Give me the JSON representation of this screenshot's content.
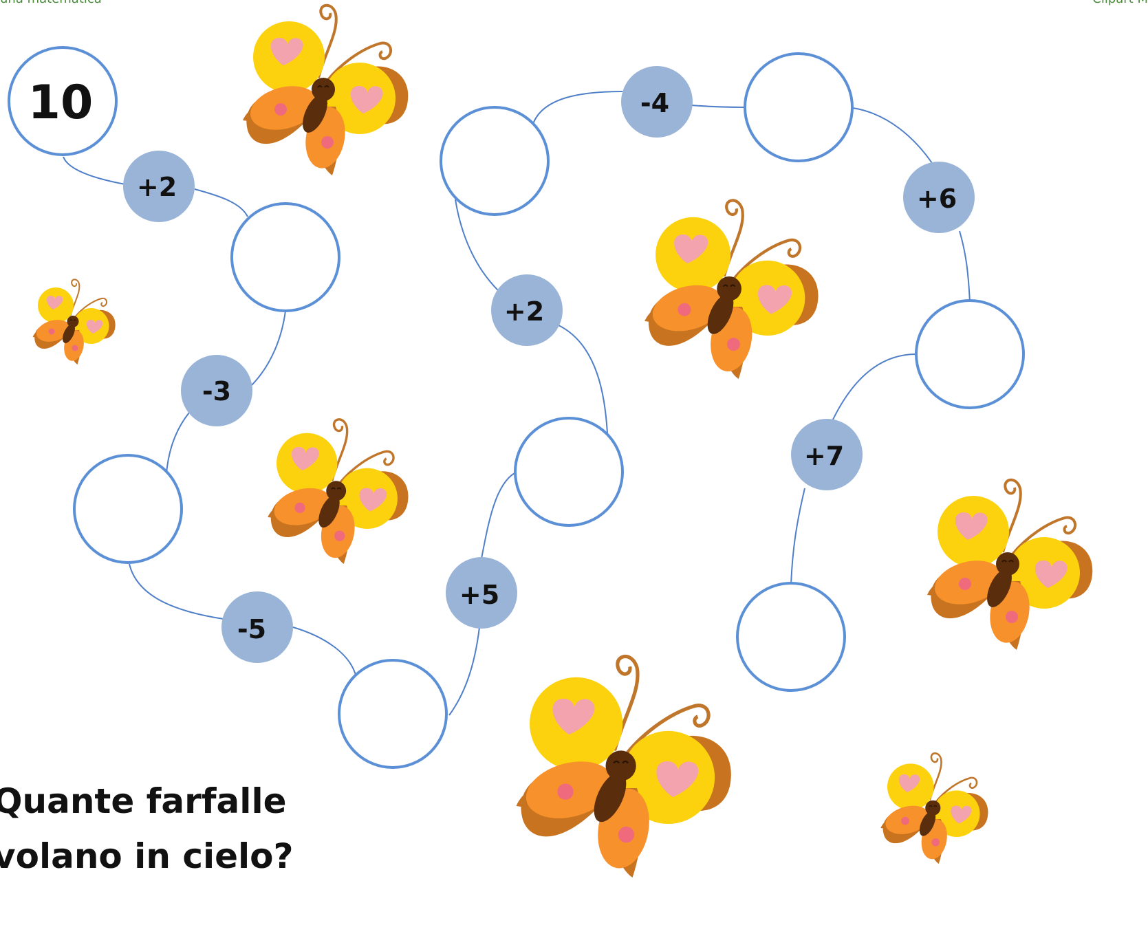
{
  "header": {
    "left_text": "una matematica",
    "right_text": "Clipart M"
  },
  "start_value": "10",
  "operations": [
    "+2",
    "-3",
    "-5",
    "+5",
    "+2",
    "-4",
    "+6",
    "+7"
  ],
  "empty_answer_slots": 8,
  "question": {
    "line1": "Quante farfalle",
    "line2": "volano in cielo?"
  },
  "colors": {
    "circle_stroke": "#5b8fd6",
    "op_fill": "#9ab4d8",
    "line": "#4f7fc8",
    "wing_yellow": "#fcd20f",
    "wing_orange": "#f7912b",
    "wing_edge": "#c8731f",
    "heart_pink": "#f2a3ad",
    "spot_pink": "#ef6a7d",
    "body_brown": "#5a2e0c",
    "antenna": "#c0762a"
  },
  "icons": [
    "butterfly-icon"
  ]
}
